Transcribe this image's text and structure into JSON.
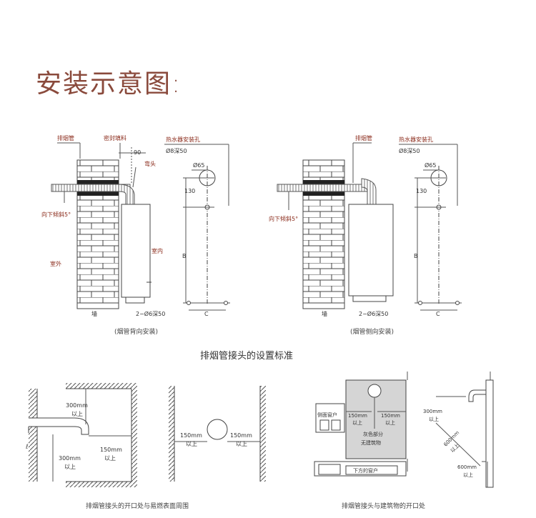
{
  "title": "安装示意图:",
  "colors": {
    "title": "#8a4a3c",
    "label": "#8a2a1a",
    "dim": "#333333",
    "gray_area": "#d5d5d5"
  },
  "diagram_left": {
    "label_pipe": "排烟管",
    "label_seal": "密封填料",
    "label_90": "90",
    "label_elbow": "弯头",
    "label_tilt": "向下倾斜5°",
    "label_outdoor": "室外",
    "label_indoor": "室内",
    "label_wall": "墙",
    "caption": "(烟管背向安装)"
  },
  "diagram_right": {
    "label_pipe": "排烟管",
    "label_tilt": "向下倾斜5°",
    "label_wall": "墙",
    "caption": "(烟管侧向安装)"
  },
  "mounting": {
    "label_holes": "热水器安装孔",
    "label_hole_spec": "Ø8深50",
    "label_phi65": "Ø65",
    "label_130": "130",
    "label_B": "B",
    "label_C": "C",
    "label_bottom_holes": "2−Ø6深50"
  },
  "section_title": "排烟管接头的设置标准",
  "bottom_left": {
    "label_300_top": "300mm",
    "label_300_top_2": "以上",
    "label_150": "150mm",
    "label_150_2": "以上",
    "label_300_bottom": "300mm",
    "label_300_bottom_2": "以上",
    "label_150_left": "150mm",
    "label_150_left_2": "以上",
    "label_150_right": "150mm",
    "label_150_right_2": "以上",
    "caption": "排烟管接头的开口处与易燃表面周围"
  },
  "bottom_right": {
    "label_side_window": "侧面窗户",
    "label_150_a": "150mm",
    "label_150_a_2": "以上",
    "label_150_b": "150mm",
    "label_150_b_2": "以上",
    "label_gray": "灰色部分",
    "label_gray_2": "无建筑物",
    "label_below_window": "下方的窗户",
    "label_300": "300mm",
    "label_300_2": "以上",
    "label_600_diag": "600mm",
    "label_600_diag_2": "以上",
    "label_600": "600mm",
    "label_600_2": "以上",
    "caption": "排烟管接头与建筑物的开口处"
  }
}
